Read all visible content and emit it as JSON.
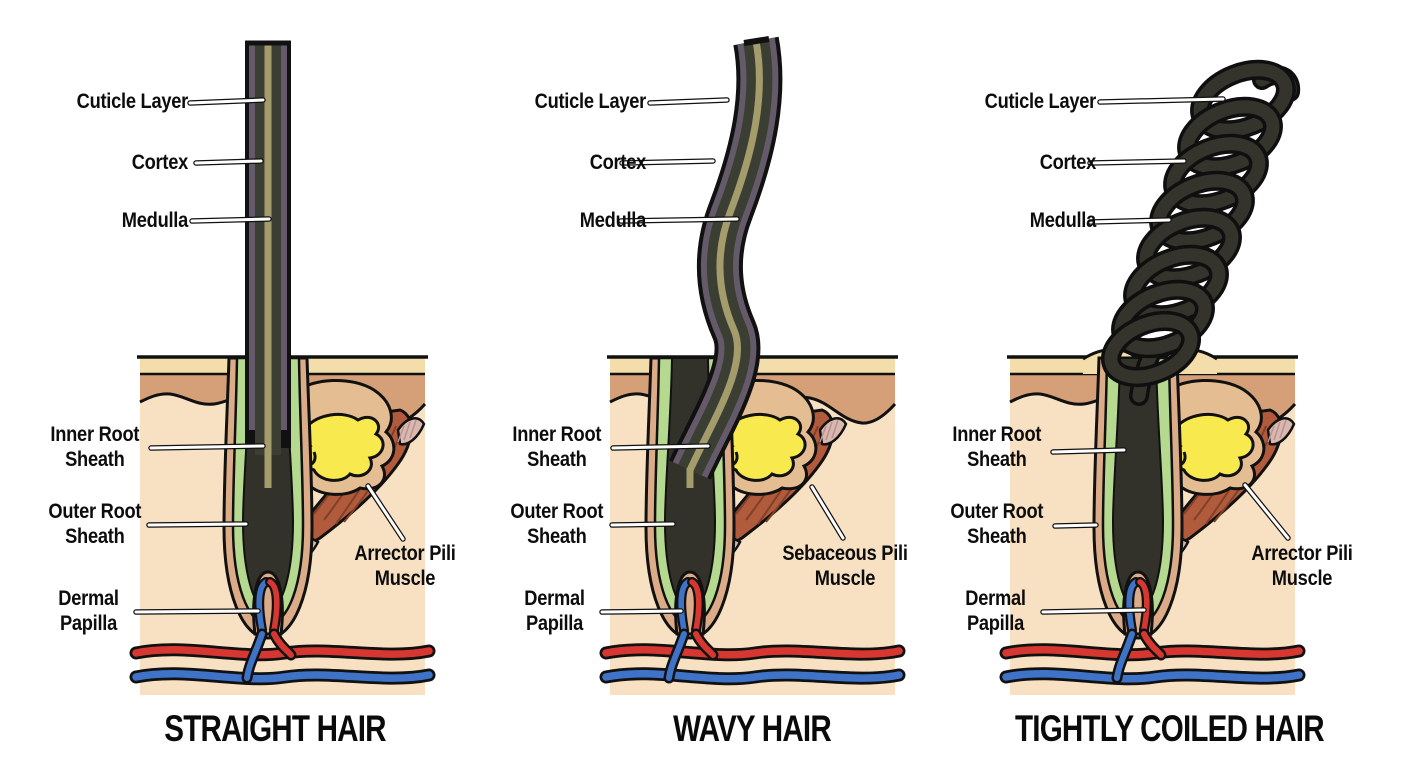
{
  "figure": {
    "panels": [
      {
        "title": "STRAIGHT HAIR",
        "labels": {
          "cuticle_layer": "Cuticle Layer",
          "cortex": "Cortex",
          "medulla": "Medulla",
          "inner_root_sheath": "Inner Root Sheath",
          "outer_root_sheath": "Outer Root Sheath",
          "dermal_papilla": "Dermal Papilla",
          "muscle": "Arrector Pili Muscle"
        }
      },
      {
        "title": "WAVY HAIR",
        "labels": {
          "cuticle_layer": "Cuticle Layer",
          "cortex": "Cortex",
          "medulla": "Medulla",
          "inner_root_sheath": "Inner Root Sheath",
          "outer_root_sheath": "Outer Root Sheath",
          "dermal_papilla": "Dermal Papilla",
          "muscle": "Sebaceous Pili Muscle"
        }
      },
      {
        "title": "TIGHTLY COILED HAIR",
        "labels": {
          "cuticle_layer": "Cuticle Layer",
          "cortex": "Cortex",
          "medulla": "Medulla",
          "inner_root_sheath": "Inner Root Sheath",
          "outer_root_sheath": "Outer Root Sheath",
          "dermal_papilla": "Dermal Papilla",
          "muscle": "Arrector Pili Muscle"
        }
      }
    ],
    "colors": {
      "hair_dark": "#32322b",
      "cuticle_stripe": "#645a69",
      "cortex": "#3b3f33",
      "medulla": "#a59c6c",
      "skin": "#f8e1c3",
      "epidermis_top": "#f3ddab",
      "epidermis_band": "#d5a078",
      "outer_root_sheath": "#dcab87",
      "inner_root_sheath": "#b5d98f",
      "sebaceous_gland": "#f7e94e",
      "muscle": "#b25b3c",
      "artery_red": "#d63831",
      "vein_blue": "#3f73c8"
    }
  }
}
